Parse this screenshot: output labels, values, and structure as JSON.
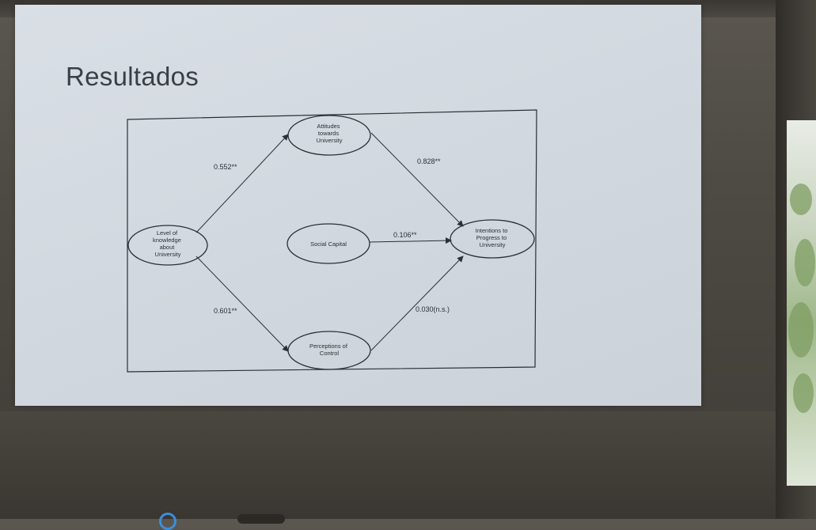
{
  "slide": {
    "title": "Resultados"
  },
  "diagram": {
    "nodes": {
      "knowledge": [
        "Level of",
        "knowledge",
        "about",
        "University"
      ],
      "attitudes": [
        "Attitudes",
        "towards",
        "University"
      ],
      "social": [
        "Social Capital"
      ],
      "perceptions": [
        "Perceptions of",
        "Control"
      ],
      "intentions": [
        "Intentions to",
        "Progress to",
        "University"
      ]
    },
    "edges": {
      "knowledge_attitudes": "0.552**",
      "knowledge_perceptions": "0.601**",
      "attitudes_intentions": "0.828**",
      "social_intentions": "0.106**",
      "perceptions_intentions": "0.030(n.s.)"
    }
  },
  "colors": {
    "slide_bg": "#d3d9e0",
    "ink": "#2c2f33",
    "title": "#3a3f45"
  }
}
